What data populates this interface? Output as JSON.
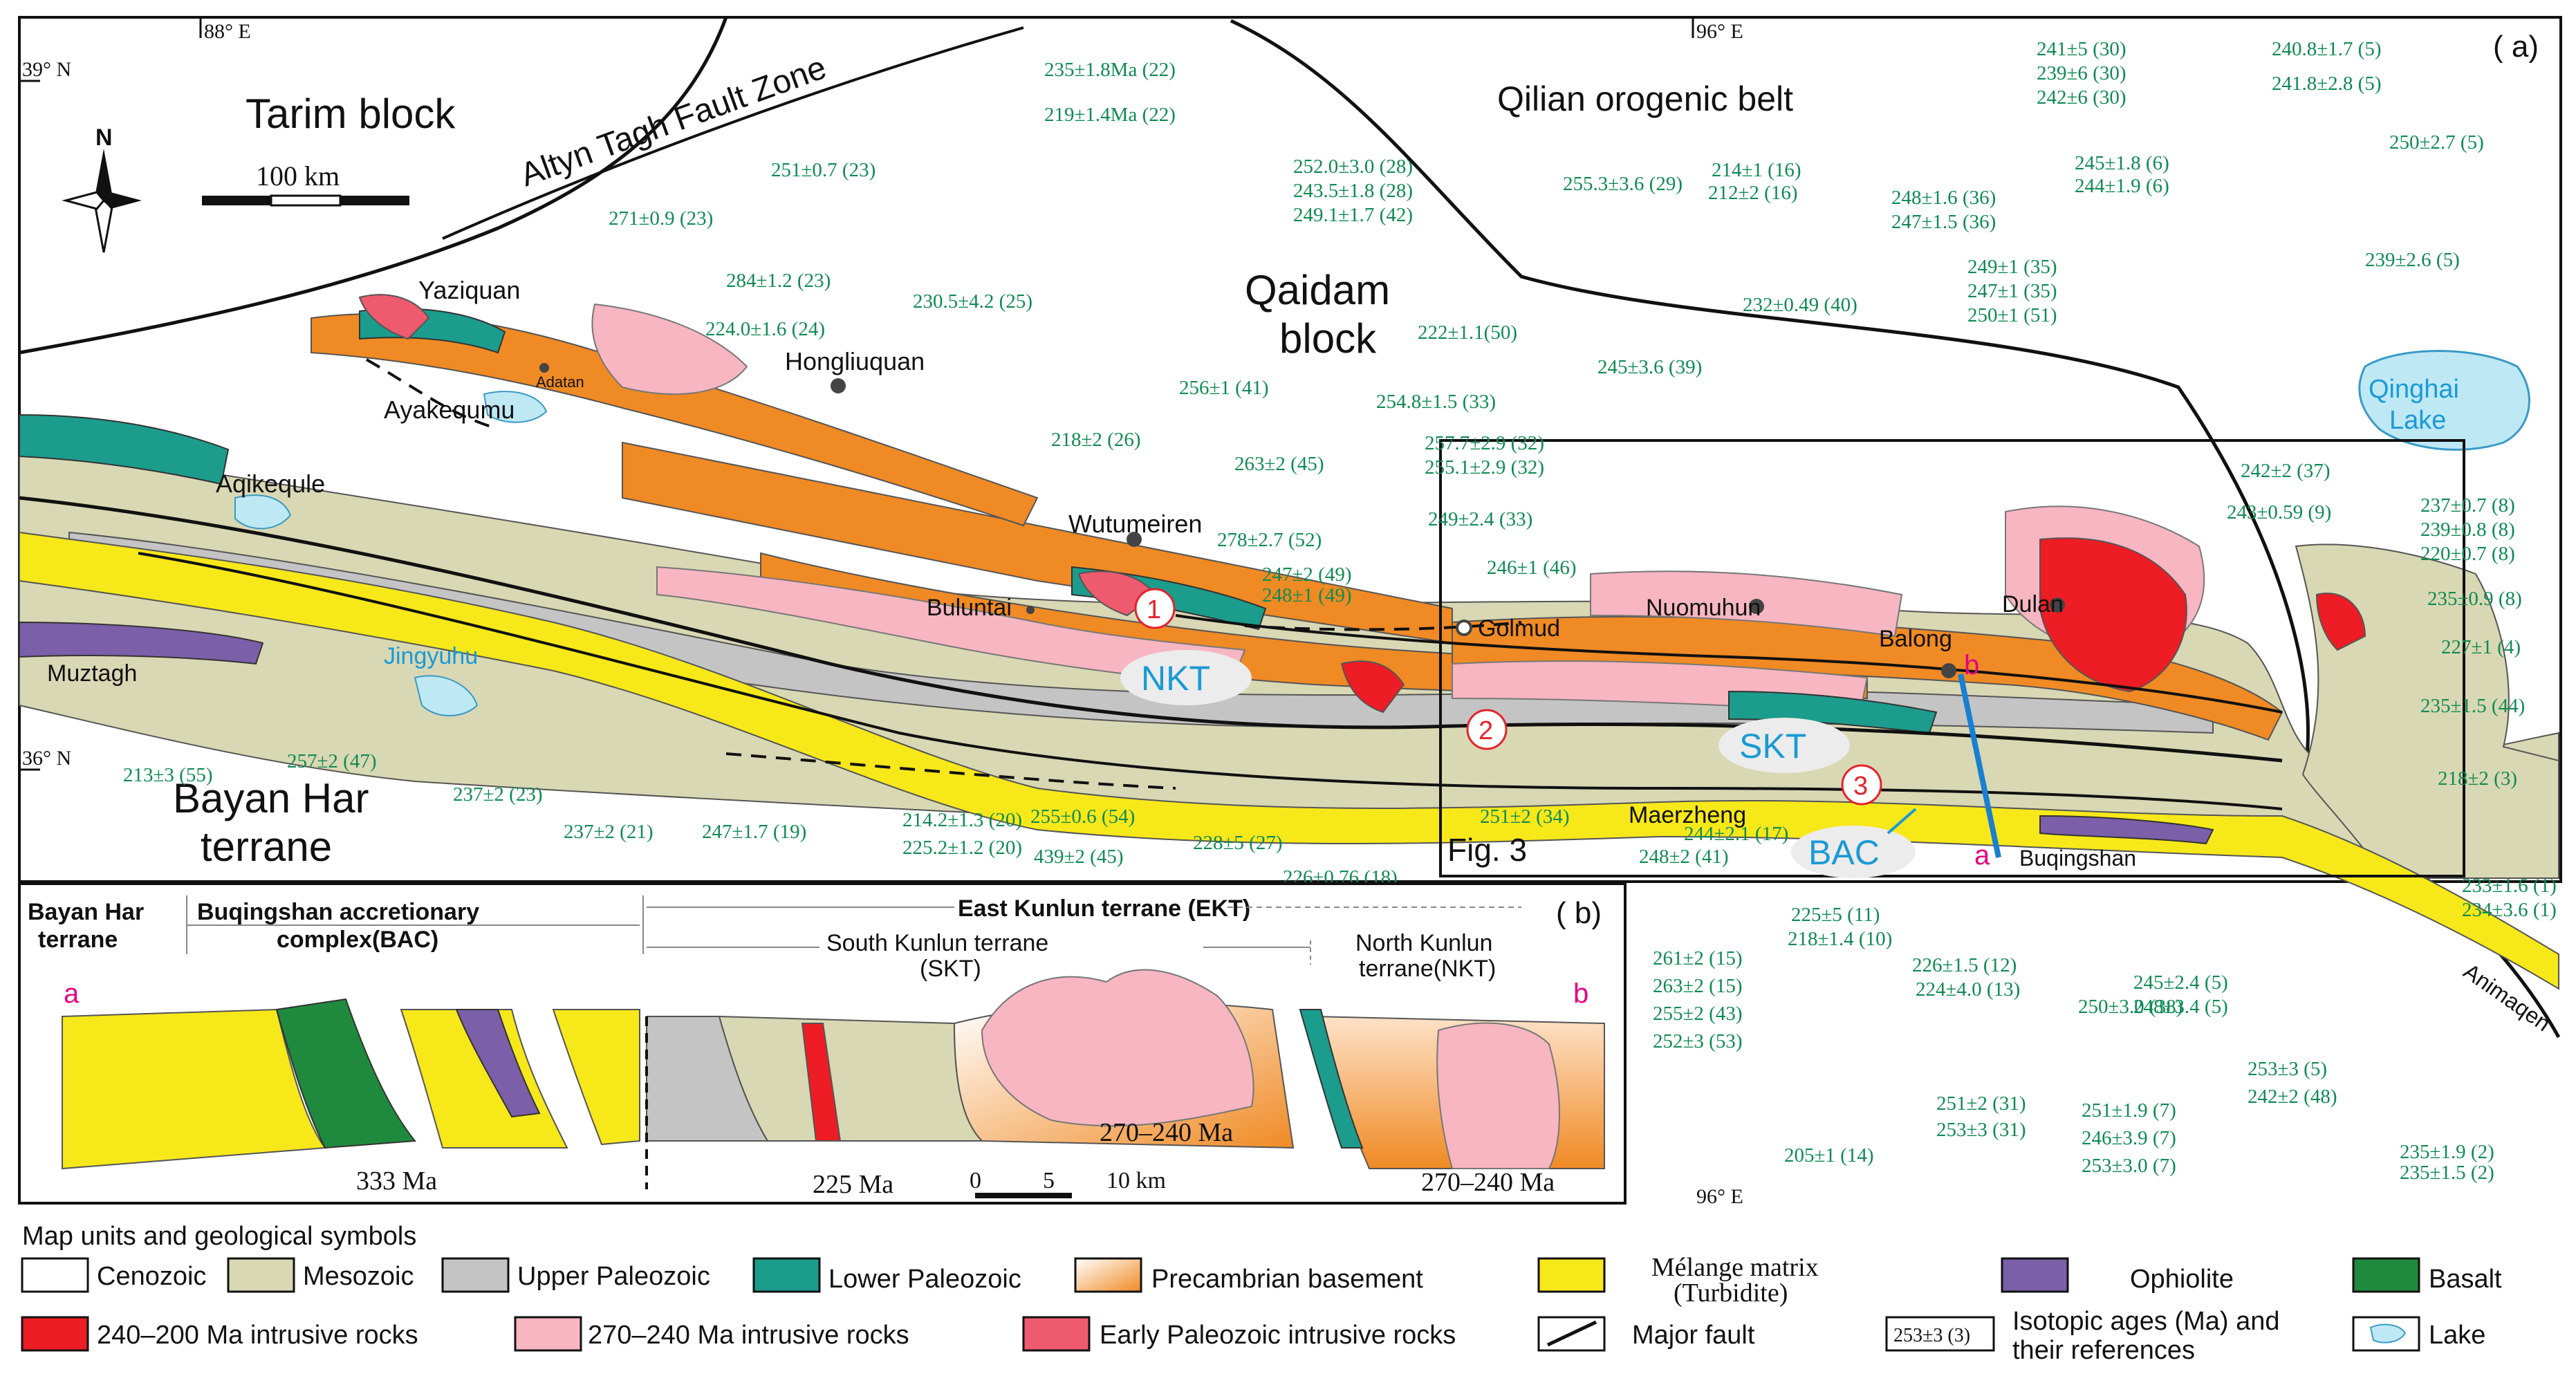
{
  "panel_a_label": "( a)",
  "panel_b_label": "( b)",
  "coords": {
    "lon_88": "88° E",
    "lon_96": "96° E",
    "lon_96_bottom": "96° E",
    "lat_39": "39° N",
    "lat_36": "36° N"
  },
  "north_arrow": "N",
  "scale_bar": "100 km",
  "regions": {
    "tarim": "Tarim block",
    "altyn": "Altyn Tagh Fault Zone",
    "qilian": "Qilian orogenic belt",
    "qaidam_1": "Qaidam",
    "qaidam_2": "block",
    "bayan_1": "Bayan Har",
    "bayan_2": "terrane",
    "qinghai_1": "Qinghai",
    "qinghai_2": "Lake",
    "jingyuhu": "Jingyuhu",
    "animaqen": "Animaqen"
  },
  "places": {
    "yaziquan": "Yaziquan",
    "adatan": "Adatan",
    "ayakequmu": "Ayakequmu",
    "aqikequle": "Aqikequle",
    "hongliuquan": "Hongliuquan",
    "wutumeiren": "Wutumeiren",
    "buluntai": "Buluntai",
    "golmud": "Golmud",
    "nuomuhun": "Nuomuhun",
    "dulan": "Dulan",
    "balong": "Balong",
    "muztagh": "Muztagh",
    "maerzheng": "Maerzheng",
    "buqingshan": "Buqingshan"
  },
  "terrane_tags": {
    "nkt": "NKT",
    "skt": "SKT",
    "bac": "BAC"
  },
  "circled": [
    "1",
    "2",
    "3"
  ],
  "fig3": "Fig. 3",
  "section_letters": {
    "a": "a",
    "b": "b",
    "a2": "a",
    "b2": "b"
  },
  "ages": [
    "235±1.8Ma (22)",
    "219±1.4Ma (22)",
    "251±0.7 (23)",
    "271±0.9 (23)",
    "284±1.2 (23)",
    "224.0±1.6 (24)",
    "230.5±4.2 (25)",
    "218±2 (26)",
    "256±1 (41)",
    "263±2 (45)",
    "278±2.7 (52)",
    "247±2 (49)",
    "248±1 (49)",
    "252.0±3.0 (28)",
    "243.5±1.8 (28)",
    "249.1±1.7 (42)",
    "222±1.1(50)",
    "254.8±1.5 (33)",
    "257.7±2.9 (32)",
    "255.1±2.9 (32)",
    "249±2.4 (33)",
    "246±1 (46)",
    "255.3±3.6 (29)",
    "214±1 (16)",
    "212±2 (16)",
    "232±0.49 (40)",
    "245±3.6 (39)",
    "248±1.6 (36)",
    "247±1.5 (36)",
    "249±1 (35)",
    "247±1 (35)",
    "250±1 (51)",
    "241±5 (30)",
    "239±6 (30)",
    "242±6 (30)",
    "245±1.8 (6)",
    "244±1.9 (6)",
    "240.8±1.7 (5)",
    "241.8±2.8 (5)",
    "250±2.7 (5)",
    "239±2.6 (5)",
    "242±2 (37)",
    "243±0.59 (9)",
    "237±0.7 (8)",
    "239±0.8 (8)",
    "220±0.7 (8)",
    "235±0.9 (8)",
    "227±1 (4)",
    "235±1.5 (44)",
    "218±2 (3)",
    "233±1.6 (1)",
    "234±3.6 (1)",
    "213±3 (55)",
    "257±2 (47)",
    "237±2 (23)",
    "237±2 (21)",
    "247±1.7 (19)",
    "214.2±1.3 (20)",
    "225.2±1.2 (20)",
    "255±0.6 (54)",
    "439±2 (45)",
    "228±5 (27)",
    "226±0.76 (18)",
    "251±2 (34)",
    "244±2.1 (17)",
    "248±2 (41)",
    "225±5 (11)",
    "218±1.4 (10)",
    "226±1.5 (12)",
    "224±4.0 (13)",
    "245±2.4 (5)",
    "248±3.4 (5)",
    "250±3.0 (38)",
    "253±3 (5)",
    "242±2 (48)",
    "261±2 (15)",
    "263±2 (15)",
    "255±2 (43)",
    "252±3 (53)",
    "251±2 (31)",
    "253±3 (31)",
    "251±1.9 (7)",
    "246±3.9 (7)",
    "253±3.0 (7)",
    "205±1 (14)",
    "235±1.9 (2)",
    "235±1.5 (2)"
  ],
  "section": {
    "bayan_1": "Bayan Har",
    "bayan_2": "terrane",
    "bac_1": "Buqingshan accretionary",
    "bac_2": "complex(BAC)",
    "ekt": "East Kunlun terrane (EKT)",
    "skt_1": "South Kunlun terrane",
    "skt_2": "(SKT)",
    "nkt_1": "North Kunlun",
    "nkt_2": "terrane(NKT)",
    "age_333": "333 Ma",
    "age_225": "225 Ma",
    "age_270a": "270–240 Ma",
    "age_270b": "270–240 Ma",
    "scale_0": "0",
    "scale_5": "5",
    "scale_10": "10 km"
  },
  "legend": {
    "title": "Map units and geological symbols",
    "items": [
      {
        "label": "Cenozoic",
        "color": "#ffffff"
      },
      {
        "label": "Mesozoic",
        "color": "#d9d8b4"
      },
      {
        "label": "Upper Paleozoic",
        "color": "#c4c4c4"
      },
      {
        "label": "Lower Paleozoic",
        "color": "#1c9c8c"
      },
      {
        "label": "Precambrian basement",
        "color": "#f08a24"
      },
      {
        "label_1": "Mélange matrix",
        "label_2": "(Turbidite)",
        "color": "#f7e81a"
      },
      {
        "label": "Ophiolite",
        "color": "#7b5fa8"
      },
      {
        "label": "Basalt",
        "color": "#1f8a3e"
      },
      {
        "label": "240–200 Ma intrusive rocks",
        "color": "#ee1c24"
      },
      {
        "label": "270–240 Ma intrusive rocks",
        "color": "#f7b6c2"
      },
      {
        "label": "Early Paleozoic intrusive rocks",
        "color": "#ee5a6e"
      },
      {
        "label": "Major fault"
      },
      {
        "box": "253±3 (3)",
        "label_1": "Isotopic ages (Ma) and",
        "label_2": "their references"
      },
      {
        "label": "Lake",
        "color": "#bfe8f5"
      }
    ]
  },
  "colors": {
    "cenozoic": "#ffffff",
    "mesozoic": "#d9d8b4",
    "upper_paleozoic": "#c4c4c4",
    "lower_paleozoic": "#1c9c8c",
    "precambrian": "#f08a24",
    "melange": "#f7e81a",
    "ophiolite": "#7b5fa8",
    "basalt": "#1f8a3e",
    "intr_240_200": "#ee1c24",
    "intr_270_240": "#f7b6c2",
    "intr_early_pz": "#ee5a6e",
    "lake": "#bfe8f5",
    "age_text": "#0e8a52",
    "terrane_tag": "#1a9ad6"
  }
}
